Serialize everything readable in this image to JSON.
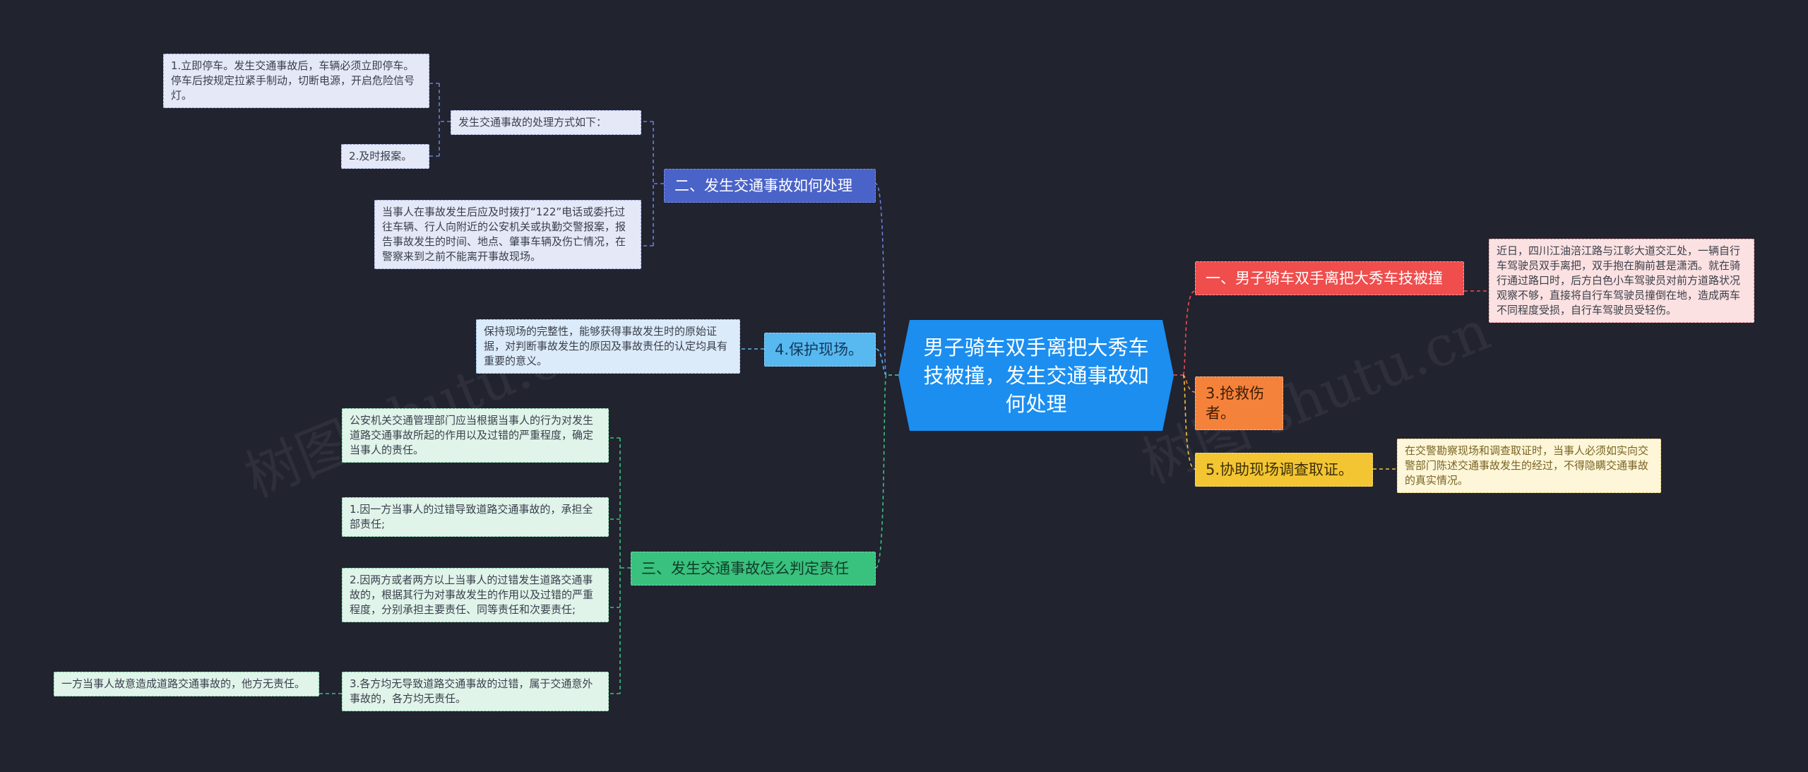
{
  "center": {
    "title": "男子骑车双手离把大秀车技被撞，发生交通事故如何处理"
  },
  "left": {
    "handling": {
      "label": "二、发生交通事故如何处理",
      "sub_label": "发生交通事故的处理方式如下：",
      "step1": "1.立即停车。发生交通事故后，车辆必须立即停车。停车后按规定拉紧手制动，切断电源，开启危险信号灯。",
      "step2": "2.及时报案。",
      "report": "当事人在事故发生后应及时拨打“122”电话或委托过往车辆、行人向附近的公安机关或执勤交警报案，报告事故发生的时间、地点、肇事车辆及伤亡情况，在警察来到之前不能离开事故现场。"
    },
    "protect": {
      "label": "4.保护现场。",
      "detail": "保持现场的完整性，能够获得事故发生时的原始证据，对判断事故发生的原因及事故责任的认定均具有重要的意义。"
    },
    "liability": {
      "label": "三、发生交通事故怎么判定责任",
      "intro": "公安机关交通管理部门应当根据当事人的行为对发生道路交通事故所起的作用以及过错的严重程度，确定当事人的责任。",
      "item1": "1.因一方当事人的过错导致道路交通事故的，承担全部责任;",
      "item2": "2.因两方或者两方以上当事人的过错发生道路交通事故的，根据其行为对事故发生的作用以及过错的严重程度，分别承担主要责任、同等责任和次要责任;",
      "item3": "3.各方均无导致道路交通事故的过错，属于交通意外事故的，各方均无责任。",
      "item3_note": "一方当事人故意造成道路交通事故的，他方无责任。"
    }
  },
  "right": {
    "news": {
      "label": "一、男子骑车双手离把大秀车技被撞",
      "detail": "近日，四川江油涪江路与江彰大道交汇处，一辆自行车驾驶员双手离把，双手抱在胸前甚是潇洒。就在骑行通过路口时，后方白色小车驾驶员对前方道路状况观察不够，直接将自行车驾驶员撞倒在地，造成两车不同程度受损，自行车驾驶员受轻伤。"
    },
    "rescue": {
      "label": "3.抢救伤者。"
    },
    "evidence": {
      "label": "5.协助现场调查取证。",
      "detail": "在交警勘察现场和调查取证时，当事人必须如实向交警部门陈述交通事故发生的经过，不得隐瞒交通事故的真实情况。"
    }
  },
  "watermarks": [
    "树图 shutu.cn",
    "树图 shutu.cn"
  ],
  "colors": {
    "background": "#21232f",
    "center": "#1b8ef0",
    "branch_handling": "#4a63c9",
    "branch_protect": "#58b8f0",
    "branch_liability": "#39c17e",
    "branch_news": "#f04d4d",
    "branch_rescue": "#f5823a",
    "branch_evidence": "#f3c532"
  }
}
